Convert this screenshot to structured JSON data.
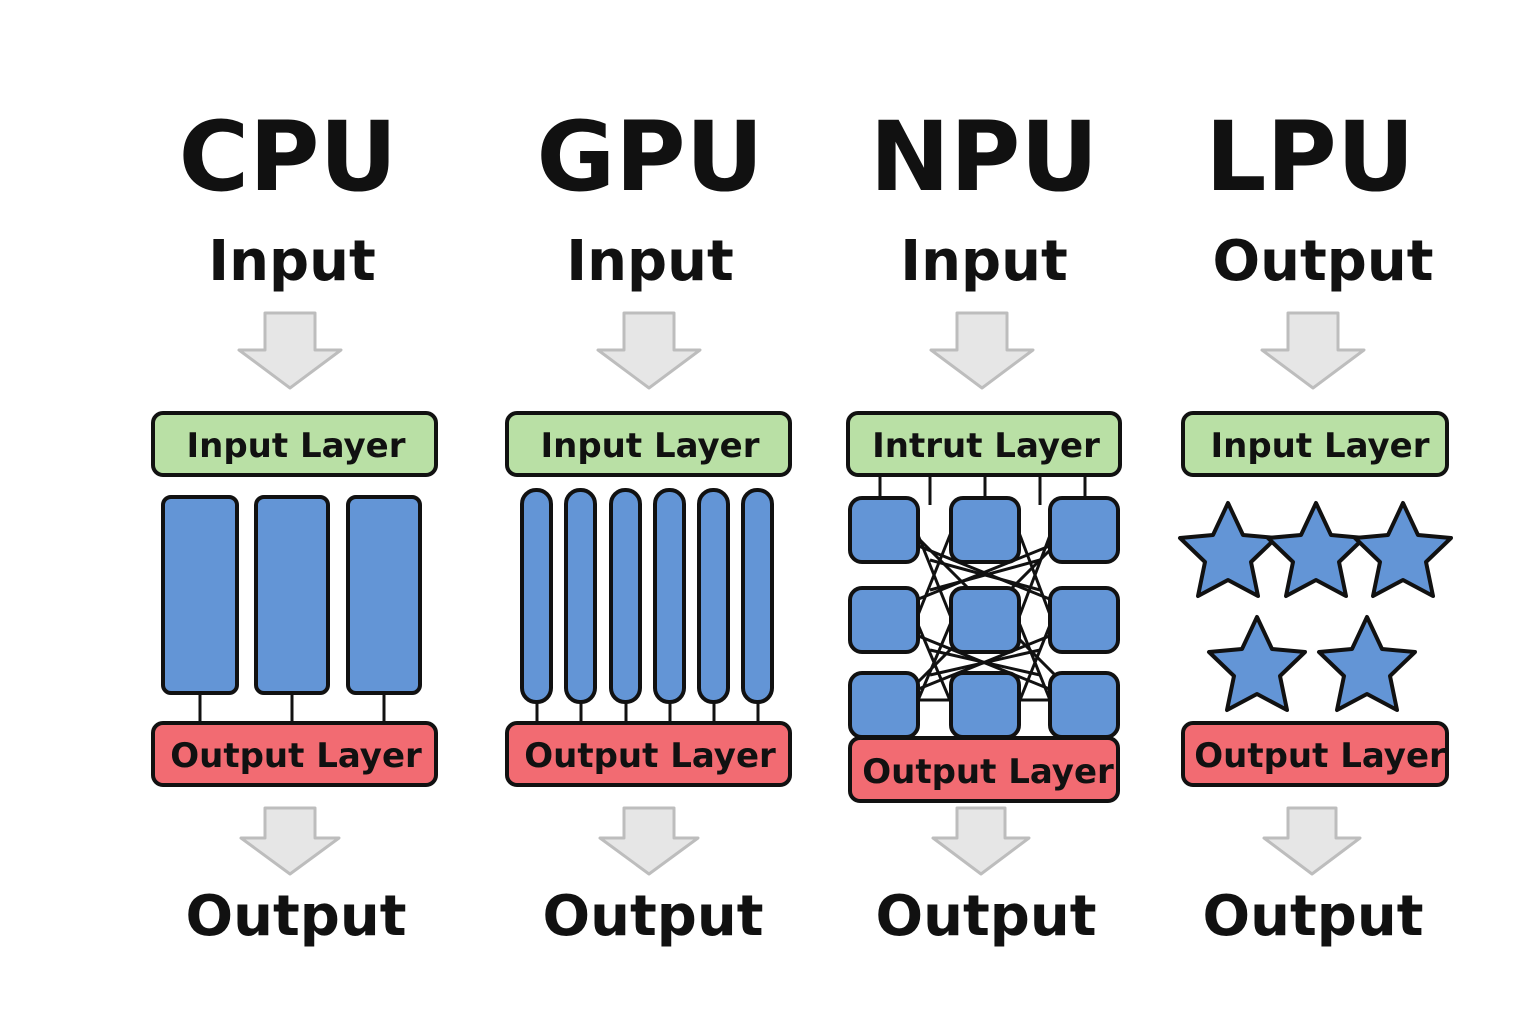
{
  "colors": {
    "input_layer": "#b9e0a5",
    "output_layer": "#f26b72",
    "unit": "#6395d6",
    "arrow": "#e6e6e6"
  },
  "columns": [
    {
      "title": "CPU",
      "top_label": "Input",
      "input_layer": "Input Layer",
      "output_layer": "Output Layer",
      "bottom_label": "Output",
      "units": "3 tall blocks"
    },
    {
      "title": "GPU",
      "top_label": "Input",
      "input_layer": "Input Layer",
      "output_layer": "Output Layer",
      "bottom_label": "Output",
      "units": "6 narrow pills"
    },
    {
      "title": "NPU",
      "top_label": "Input",
      "input_layer": "Intrut Layer",
      "output_layer": "Output Layer",
      "bottom_label": "Output",
      "units": "3x3 interconnected squares"
    },
    {
      "title": "LPU",
      "top_label": "Output",
      "input_layer": "Input Layer",
      "output_layer": "Output Layer",
      "bottom_label": "Output",
      "units": "5 stars"
    }
  ]
}
